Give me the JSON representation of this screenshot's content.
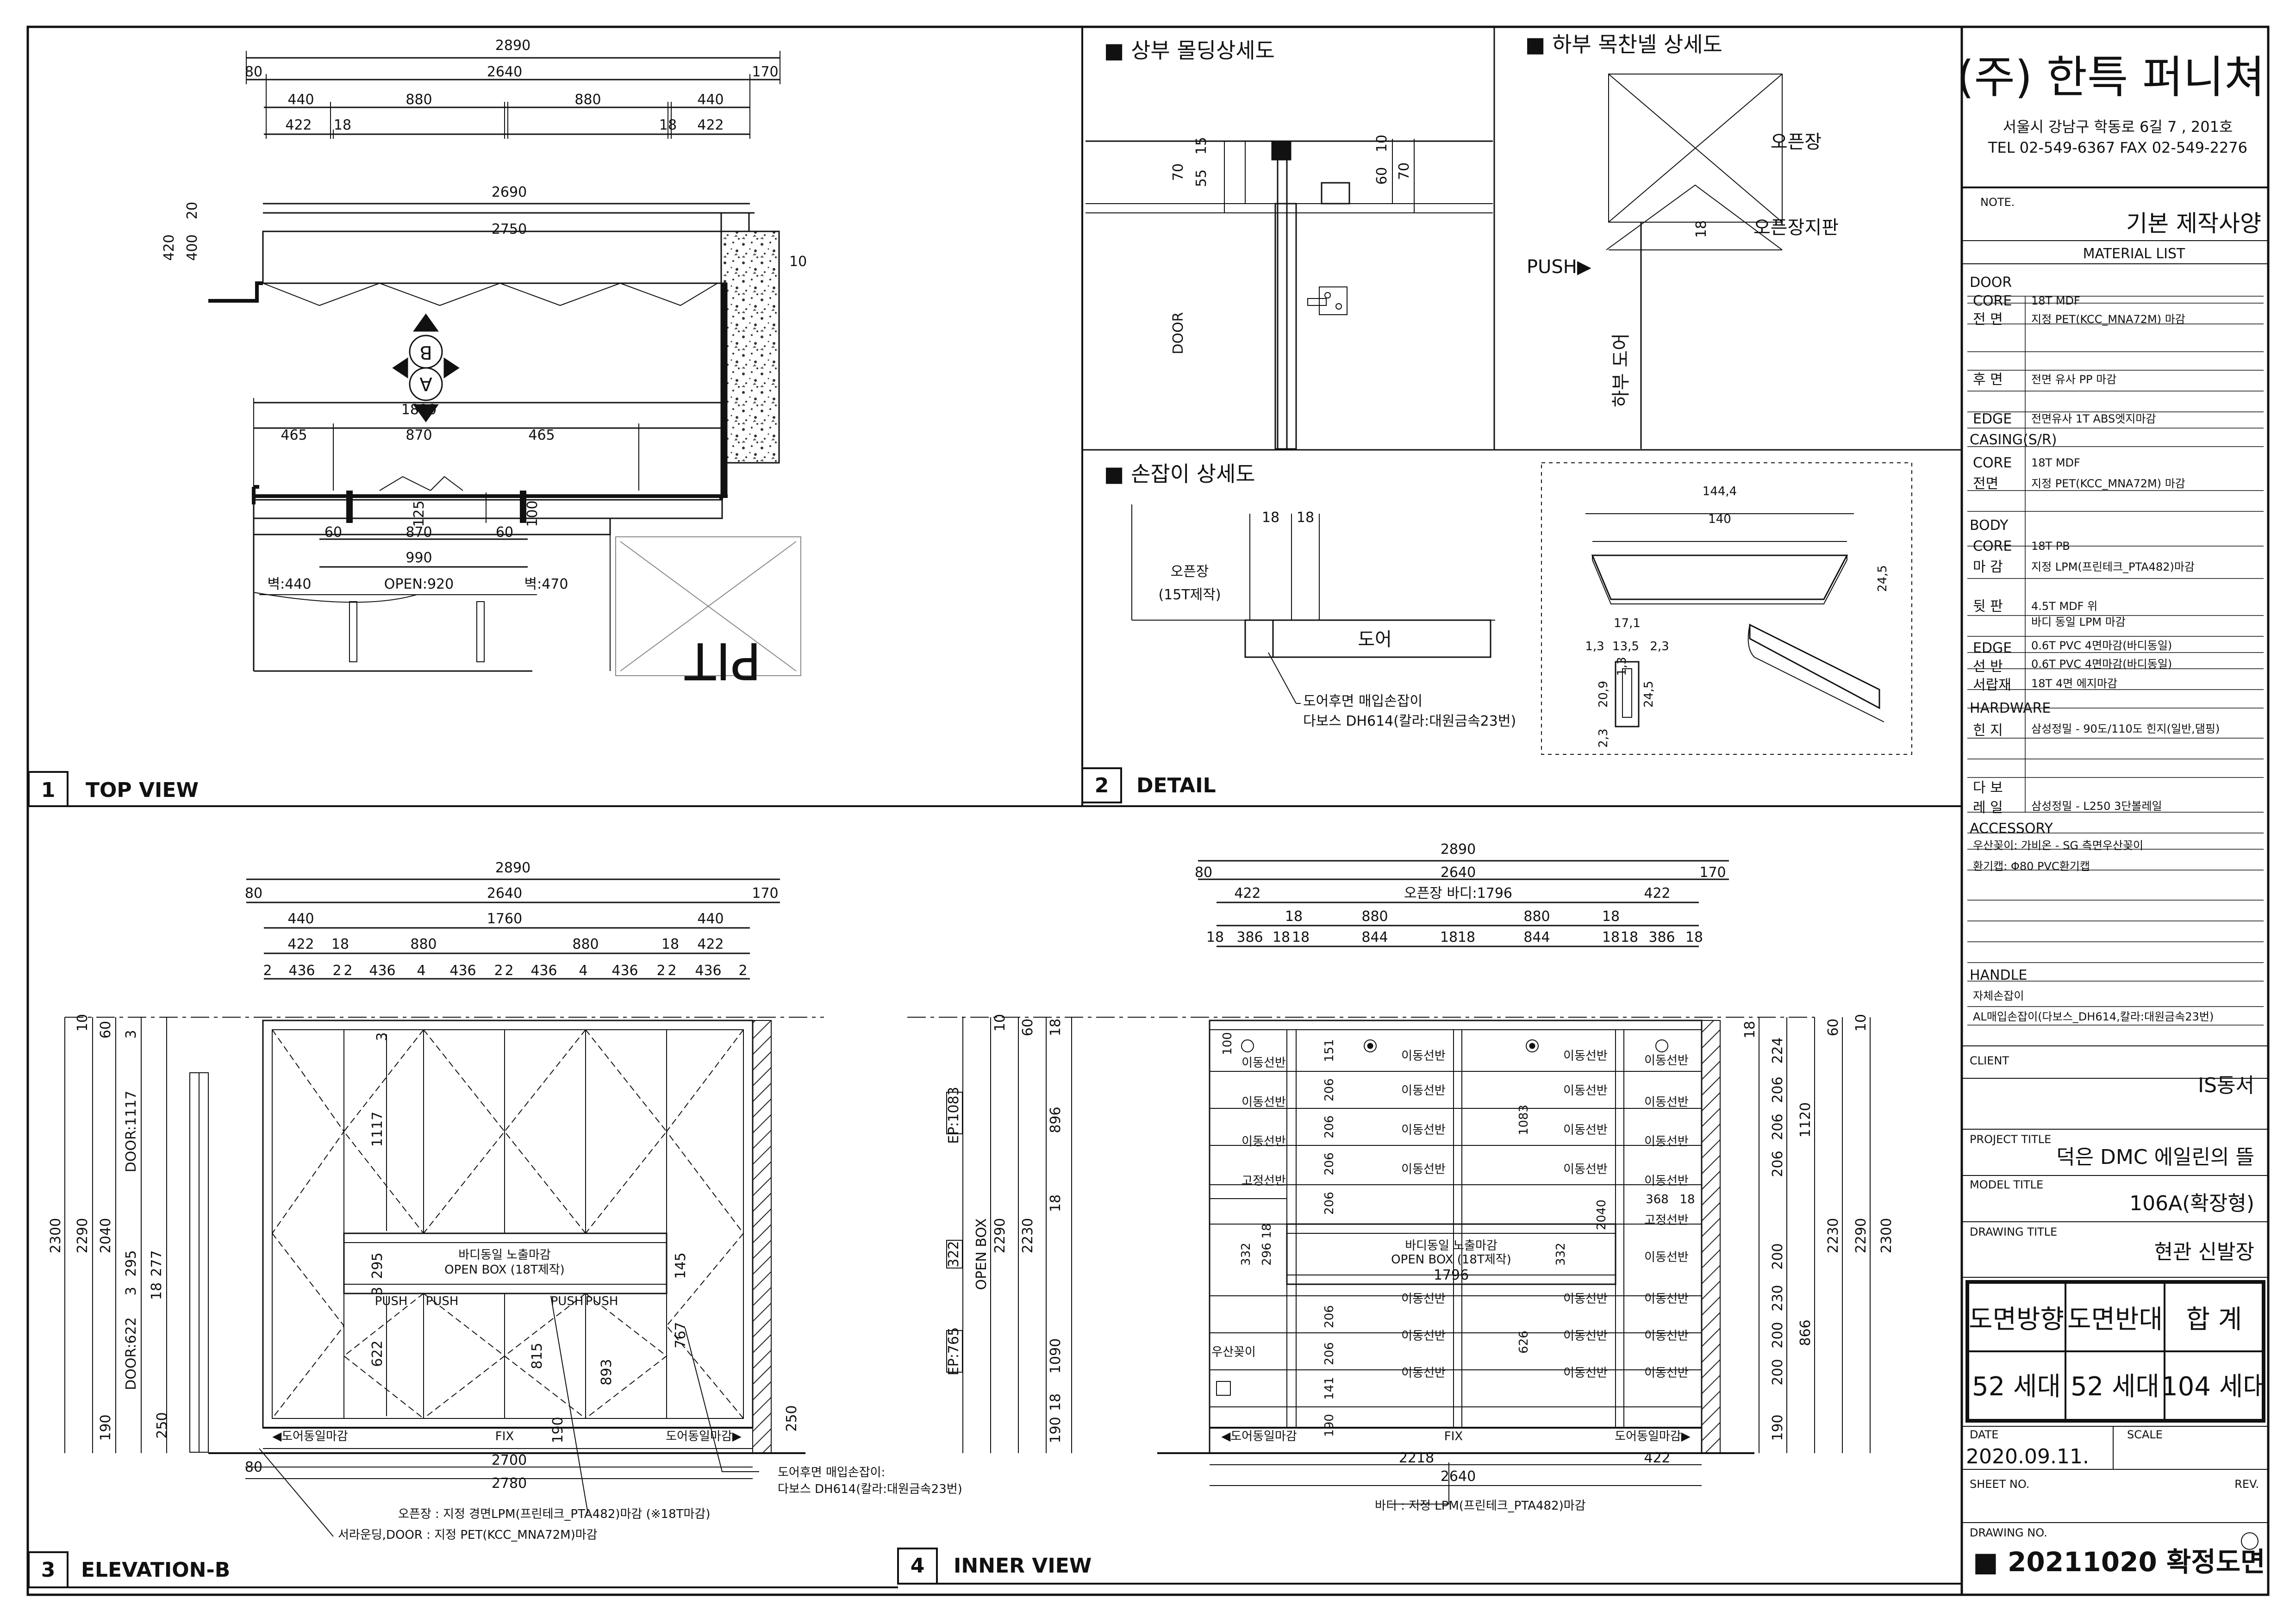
{
  "titleblock": {
    "company": "(주) 한특 퍼니쳐",
    "address": "서울시 강남구 학동로 6길 7 , 201호",
    "contact": "TEL 02-549-6367  FAX 02-549-2276",
    "note_label": "NOTE.",
    "note_value": "기본 제작사양",
    "material_list": "MATERIAL LIST",
    "client_label": "CLIENT",
    "client": "IS동서",
    "project_label": "PROJECT  TITLE",
    "project": "덕은 DMC 에일린의 뜰",
    "model_label": "MODEL  TITLE",
    "model": "106A(확장형)",
    "drawing_label": "DRAWING  TITLE",
    "drawing": "현관 신발장",
    "table_headers": [
      "도면방향",
      "도면반대",
      "합    계"
    ],
    "table_values": [
      "52 세대",
      "52 세대",
      "104 세대"
    ],
    "date_label": "DATE",
    "scale_label": "SCALE",
    "date": "2020.09.11.",
    "sheet_label": "SHEET  NO.",
    "rev_label": "REV.",
    "drawing_no_label": "DRAWING  NO.",
    "drawing_no": "■ 20211020 확정도면"
  },
  "materials": {
    "door": {
      "title": "DOOR",
      "rows": [
        [
          "CORE",
          "18T MDF"
        ],
        [
          "전  면",
          "지정 PET(KCC_MNA72M) 마감"
        ],
        [
          "후  면",
          "전면 유사 PP 마감"
        ],
        [
          "EDGE",
          "전면유사 1T ABS엣지마감"
        ]
      ]
    },
    "casing": {
      "title": "CASING(S/R)",
      "rows": [
        [
          "CORE",
          "18T MDF"
        ],
        [
          "전면",
          "지정 PET(KCC_MNA72M) 마감"
        ]
      ]
    },
    "body": {
      "title": "BODY",
      "rows": [
        [
          "CORE",
          "18T PB"
        ],
        [
          "마  감",
          "지정 LPM(프린테크_PTA482)마감"
        ],
        [
          "뒷  판",
          "4.5T MDF 위"
        ],
        [
          "",
          "바디 동일 LPM 마감"
        ],
        [
          "EDGE",
          "0.6T PVC 4면마감(바디동일)"
        ],
        [
          "선  반",
          "0.6T PVC 4면마감(바디동일)"
        ],
        [
          "서랍재",
          "18T 4면 에지마감"
        ]
      ]
    },
    "hardware": {
      "title": "HARDWARE",
      "rows": [
        [
          "힌  지",
          "삼성정밀 - 90도/110도 힌지(일반,댐핑)"
        ],
        [
          "다  보",
          ""
        ],
        [
          "레  일",
          "삼성정밀 - L250 3단볼레일"
        ]
      ]
    },
    "accessory": {
      "title": "ACCESSORY",
      "rows": [
        [
          "우산꽂이: 가비온 - SG 측면우산꽂이"
        ],
        [
          "환기캡: Φ80 PVC환기캡"
        ]
      ]
    },
    "handle": {
      "title": "HANDLE",
      "rows": [
        [
          "자체손잡이"
        ],
        [
          "AL매입손잡이(다보스_DH614,칼라:대원금속23번)"
        ]
      ]
    }
  },
  "panels": {
    "top_view": {
      "num": "1",
      "title": "TOP VIEW"
    },
    "detail": {
      "num": "2",
      "title": "DETAIL"
    },
    "elevation": {
      "num": "3",
      "title": "ELEVATION-B"
    },
    "inner": {
      "num": "4",
      "title": "INNER VIEW"
    }
  },
  "top_view": {
    "dims": {
      "total": "2890",
      "left": "80",
      "mid": "2640",
      "right": "170",
      "a440": "440",
      "a880a": "880",
      "a880b": "880",
      "a440b": "440",
      "a422": "422",
      "a18": "18",
      "a18b": "18",
      "a422b": "422",
      "w2690": "2690",
      "w2750": "2750",
      "h420": "420",
      "h400": "400",
      "h20": "20",
      "r10": "10",
      "w1800": "1800",
      "w465a": "465",
      "w870": "870",
      "w465b": "465",
      "w870b": "870",
      "w60a": "60",
      "w60b": "60",
      "w990": "990",
      "h125": "125",
      "h100": "100"
    },
    "labels": {
      "a": "A",
      "b": "B",
      "wall_l": "벽:440",
      "open": "OPEN:920",
      "wall_r": "벽:470",
      "pit": "PIT"
    }
  },
  "details": {
    "molding_title": "■ 상부 몰딩상세도",
    "panel_title": "■ 하부 목찬넬 상세도",
    "handle_title": "■ 손잡이 상세도",
    "door": "DOOR",
    "m70": "70",
    "m55": "55",
    "m15": "15",
    "m60": "60",
    "m10": "10",
    "m70b": "70",
    "open_door": "오픈장",
    "open_support": "오픈장지판",
    "s18": "18",
    "push": "PUSH▶",
    "lower_door": "하부 도어",
    "h18a": "18",
    "h18b": "18",
    "hopen": "오픈장",
    "hopen2": "(15T제작)",
    "hdoor": "도어",
    "hnote1": "도어후면 매입손잡이",
    "hnote2": "다보스 DH614(칼라:대원금속23번)",
    "p144": "144,4",
    "p140": "140",
    "p245": "24,5",
    "p171": "17,1",
    "p13a": "1,3",
    "p135": "13,5",
    "p23": "2,3",
    "p209": "20,9",
    "p13b": "1,3",
    "p245b": "24,5",
    "p23b": "2,3"
  },
  "elevation": {
    "dims": {
      "total": "2890",
      "left": "80",
      "mid": "2640",
      "right": "170",
      "a440a": "440",
      "a1760": "1760",
      "a440b": "440",
      "b422a": "422",
      "b18a": "18",
      "b880a": "880",
      "b880b": "880",
      "b18b": "18",
      "b422b": "422",
      "c": [
        "2",
        "436",
        "2",
        "2",
        "436",
        "4",
        "436",
        "2",
        "2",
        "436",
        "4",
        "436",
        "2",
        "2",
        "436",
        "2"
      ],
      "h2300": "2300",
      "h2290": "2290",
      "h2040": "2040",
      "h10": "10",
      "h60": "60",
      "h3": "3",
      "door1117": "DOOR:1117",
      "h295": "295",
      "h3b": "3",
      "h18": "18",
      "h277": "277",
      "door622": "DOOR:622",
      "h190": "190",
      "h250": "250",
      "i1117": "1117",
      "i295": "295",
      "i3": "3",
      "i622": "622",
      "i815": "815",
      "i893": "893",
      "i145": "145",
      "i767": "767",
      "i190": "190",
      "i250": "250",
      "b80": "80",
      "b2700": "2700",
      "b2780": "2780"
    },
    "labels": {
      "open_note": "바디동일 노출마감",
      "open_box": "OPEN BOX (18T제작)",
      "push1": "PUSH",
      "push2": "PUSH",
      "push3": "PUSH",
      "push4": "PUSH",
      "fin_l": "◀도어동일마감",
      "fix": "FIX",
      "fin_r": "도어동일마감▶",
      "note1": "도어후면 매입손잡이:",
      "note2": "다보스 DH614(칼라:대원금속23번)",
      "note3": "오픈장 : 지정 경면LPM(프린테크_PTA482)마감 (※18T마감)",
      "note4": "서라운딩,DOOR : 지정 PET(KCC_MNA72M)마감"
    }
  },
  "inner": {
    "dims": {
      "total": "2890",
      "left": "80",
      "mid": "2640",
      "right": "170",
      "a422a": "422",
      "a1796": "오픈장 바디:1796",
      "a422b": "422",
      "b18a": "18",
      "b880a": "880",
      "b880b": "880",
      "b18b": "18",
      "c": [
        "18",
        "386",
        "18",
        "18",
        "844",
        "18",
        "18",
        "844",
        "18",
        "18",
        "386",
        "18"
      ],
      "l10": "10",
      "l60": "60",
      "ep1083": "EP:1083",
      "l2290": "2290",
      "l2230": "2230",
      "box322": "322",
      "openbox": "OPEN BOX",
      "ep765": "EP:765",
      "l18a": "18",
      "l896": "896",
      "l18b": "18",
      "l1090": "1090",
      "l190": "190",
      "l18c": "18",
      "r18": "18",
      "r224": "224",
      "r206a": "206",
      "r206b": "206",
      "r206c": "206",
      "r1120": "1120",
      "r2230": "2230",
      "r2290": "2290",
      "r2300": "2300",
      "r200a": "200",
      "r230": "230",
      "r200b": "200",
      "r200c": "200",
      "r866": "866",
      "r190": "190",
      "r10": "10",
      "r60": "60",
      "i100": "100",
      "i151": "151",
      "i206a": "206",
      "i206b": "206",
      "i206c": "206",
      "i206d": "206",
      "i1083": "1083",
      "i2040": "2040",
      "i368": "368",
      "i18": "18",
      "i332a": "332",
      "i296": "296",
      "i332b": "332",
      "i18b": "18",
      "i206e": "206",
      "i206f": "206",
      "i626": "626",
      "i141": "141",
      "i190": "190",
      "b2218": "2218",
      "b422": "422",
      "b2640": "2640"
    },
    "labels": {
      "shelf": "이동선반",
      "fixed_shelf": "고정선반",
      "umbrella": "우산꽂이",
      "open_note": "바디동일 노출마감",
      "open_box": "OPEN BOX (18T제작)",
      "o1796": "1796",
      "fin_l": "◀도어동일마감",
      "fix": "FIX",
      "fin_r": "도어동일마감▶",
      "body_note": "바디 : 지정 LPM(프린테크_PTA482)마감"
    }
  }
}
